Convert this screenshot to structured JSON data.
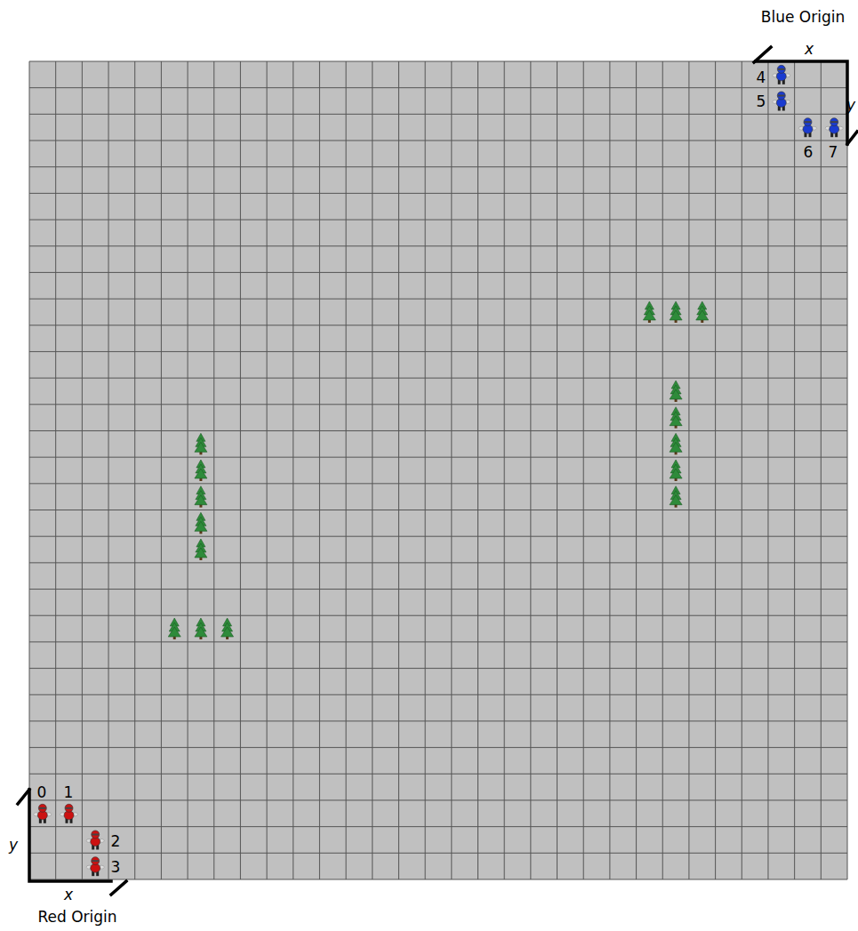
{
  "diagram": {
    "labels": [
      "Blue Origin",
      "x",
      "y",
      "4",
      "5",
      "6",
      "7",
      "0",
      "1",
      "2",
      "3",
      "y",
      "x",
      "Red Origin"
    ]
  }
}
